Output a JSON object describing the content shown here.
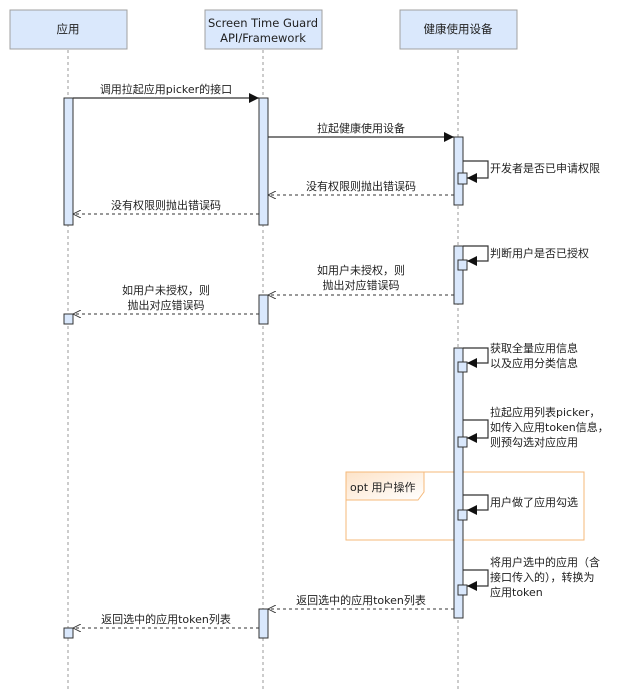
{
  "participants": [
    {
      "id": "app",
      "lines": [
        "应用"
      ]
    },
    {
      "id": "framework",
      "lines": [
        "Screen Time Guard",
        "API/Framework"
      ]
    },
    {
      "id": "device",
      "lines": [
        "健康使用设备"
      ]
    }
  ],
  "messages": [
    {
      "id": "m1",
      "from": "app",
      "to": "framework",
      "kind": "sync",
      "lines": [
        "调用拉起应用picker的接口"
      ]
    },
    {
      "id": "m2",
      "from": "framework",
      "to": "device",
      "kind": "sync",
      "lines": [
        "拉起健康使用设备"
      ]
    },
    {
      "id": "m3",
      "from": "device",
      "to": "device",
      "kind": "self",
      "lines": [
        "开发者是否已申请权限"
      ]
    },
    {
      "id": "m4",
      "from": "device",
      "to": "framework",
      "kind": "return",
      "lines": [
        "没有权限则抛出错误码"
      ]
    },
    {
      "id": "m5",
      "from": "framework",
      "to": "app",
      "kind": "return",
      "lines": [
        "没有权限则抛出错误码"
      ]
    },
    {
      "id": "m6",
      "from": "device",
      "to": "device",
      "kind": "self",
      "lines": [
        "判断用户是否已授权"
      ]
    },
    {
      "id": "m7",
      "from": "device",
      "to": "framework",
      "kind": "return",
      "lines": [
        "如用户未授权，则",
        "抛出对应错误码"
      ]
    },
    {
      "id": "m8",
      "from": "framework",
      "to": "app",
      "kind": "return",
      "lines": [
        "如用户未授权，则",
        "抛出对应错误码"
      ]
    },
    {
      "id": "m9",
      "from": "device",
      "to": "device",
      "kind": "self",
      "lines": [
        "获取全量应用信息",
        "以及应用分类信息"
      ]
    },
    {
      "id": "m10",
      "from": "device",
      "to": "device",
      "kind": "self",
      "lines": [
        "拉起应用列表picker，",
        "如传入应用token信息，",
        "则预勾选对应应用"
      ]
    },
    {
      "id": "m11",
      "from": "device",
      "to": "device",
      "kind": "self",
      "lines": [
        "用户做了应用勾选"
      ]
    },
    {
      "id": "m12",
      "from": "device",
      "to": "device",
      "kind": "self",
      "lines": [
        "将用户选中的应用（含",
        "接口传入的），转换为",
        "应用token"
      ]
    },
    {
      "id": "m13",
      "from": "device",
      "to": "framework",
      "kind": "return",
      "lines": [
        "返回选中的应用token列表"
      ]
    },
    {
      "id": "m14",
      "from": "framework",
      "to": "app",
      "kind": "return",
      "lines": [
        "返回选中的应用token列表"
      ]
    }
  ],
  "fragment": {
    "operator": "opt",
    "label": "opt 用户操作"
  },
  "colors": {
    "participant_fill": "#dae8fc",
    "participant_stroke": "#a0a0a0",
    "activation_fill": "#dae8fc",
    "activation_stroke": "#333333",
    "lifeline": "#999999",
    "arrow": "#333333",
    "fragment_stroke": "#f5b97a",
    "fragment_tab_fill": "#fde9d4"
  }
}
